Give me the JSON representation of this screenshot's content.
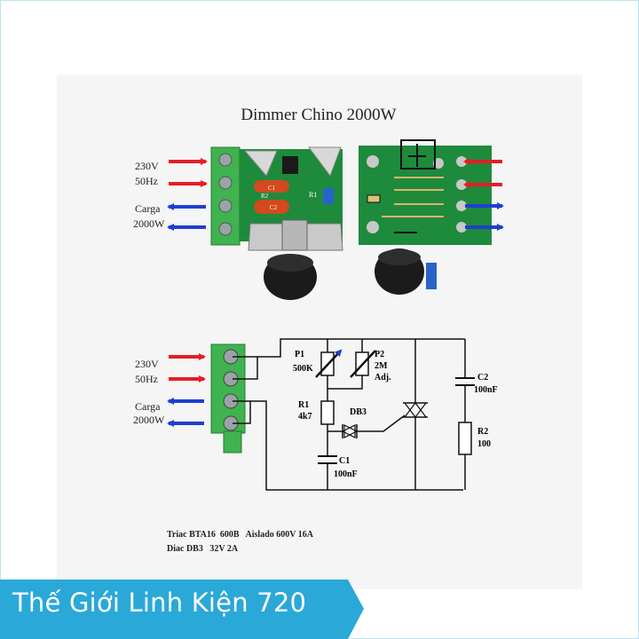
{
  "title": "Dimmer Chino 2000W",
  "top_labels": {
    "in_voltage": "230V",
    "in_freq": "50Hz",
    "out_load": "Carga",
    "out_power": "2000W"
  },
  "bottom_labels": {
    "in_voltage": "230V",
    "in_freq": "50Hz",
    "out_load": "Carga",
    "out_power": "2000W"
  },
  "board_labels": {
    "c1": "C1",
    "c2": "C2",
    "r1": "R1",
    "r2": "R2"
  },
  "components": {
    "p1_name": "P1",
    "p1_value": "500K",
    "p2_name": "P2",
    "p2_value": "2M",
    "p2_note": "Adj.",
    "r1_name": "R1",
    "r1_value": "4k7",
    "db3_name": "DB3",
    "c1_name": "C1",
    "c1_value": "100nF",
    "c2_name": "C2",
    "c2_value": "100nF",
    "r2_name": "R2",
    "r2_value": "100"
  },
  "notes": {
    "triac": "Triac BTA16  600B   Aislado 600V 16A",
    "diac": "Diac DB3   32V 2A"
  },
  "banner": {
    "text": "Thế Giới Linh Kiện 720"
  },
  "colors": {
    "arrow_in": "#e41e26",
    "arrow_out": "#1f3fd1",
    "terminal": "#3fb34f",
    "pcb": "#1e8a3c",
    "banner": "#2aa8d8",
    "wire": "#111111"
  }
}
